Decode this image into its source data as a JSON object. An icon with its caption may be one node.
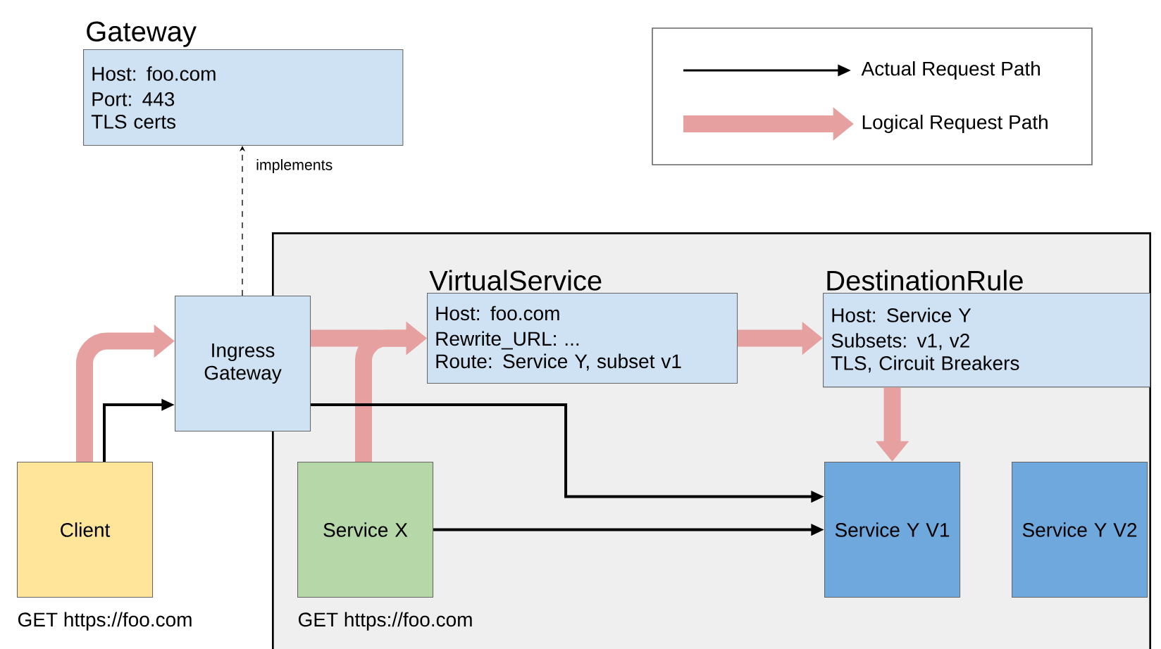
{
  "diagram": {
    "nodes": [
      {
        "text": [
          "Gateway",
          "Host: foo.com",
          "Port: 443",
          "TLS certs"
        ]
      },
      {
        "text": [
          "Client"
        ],
        "beside": [
          "GET https://foo.com"
        ]
      },
      {
        "text": [
          "Ingress Gateway"
        ]
      },
      {
        "text": [],
        "shape": "box"
      },
      {
        "text": [
          "VirtualService",
          "Host: foo.com",
          "Rewrite_URL: ...",
          "Route: Service Y, subset v1"
        ],
        "in": 3
      },
      {
        "text": [
          "DestinationRule",
          "Host: Service Y",
          "Subsets: v1, v2",
          "TLS, Circuit Breakers"
        ],
        "in": 3
      },
      {
        "text": [
          "Service X"
        ],
        "beside": [
          "GET https://foo.com"
        ],
        "in": 3
      },
      {
        "text": [
          "Service Y V1"
        ],
        "in": 3
      },
      {
        "text": [
          "Service Y V2"
        ],
        "in": 3
      }
    ],
    "edges": [
      {
        "from": 2,
        "to": 0,
        "arrow": "to",
        "label": "implements",
        "style": "dashed",
        "color": "#000000"
      },
      {
        "from": 1,
        "to": 2,
        "arrow": "to",
        "color": "#000000"
      },
      {
        "from": 1,
        "to": 2,
        "arrow": "to"
      },
      {
        "from": 2,
        "to": 4,
        "arrow": "to"
      },
      {
        "from": 6,
        "to": 4,
        "arrow": "to"
      },
      {
        "from": 4,
        "to": 5,
        "arrow": "to"
      },
      {
        "from": 5,
        "to": 7,
        "arrow": "to"
      },
      {
        "from": 2,
        "to": 7,
        "arrow": "to",
        "color": "#000000"
      },
      {
        "from": 6,
        "to": 7,
        "arrow": "to",
        "color": "#000000"
      }
    ],
    "legend": [
      {
        "text": "Actual Request Path"
      },
      {
        "text": "Logical Request Path"
      }
    ]
  }
}
